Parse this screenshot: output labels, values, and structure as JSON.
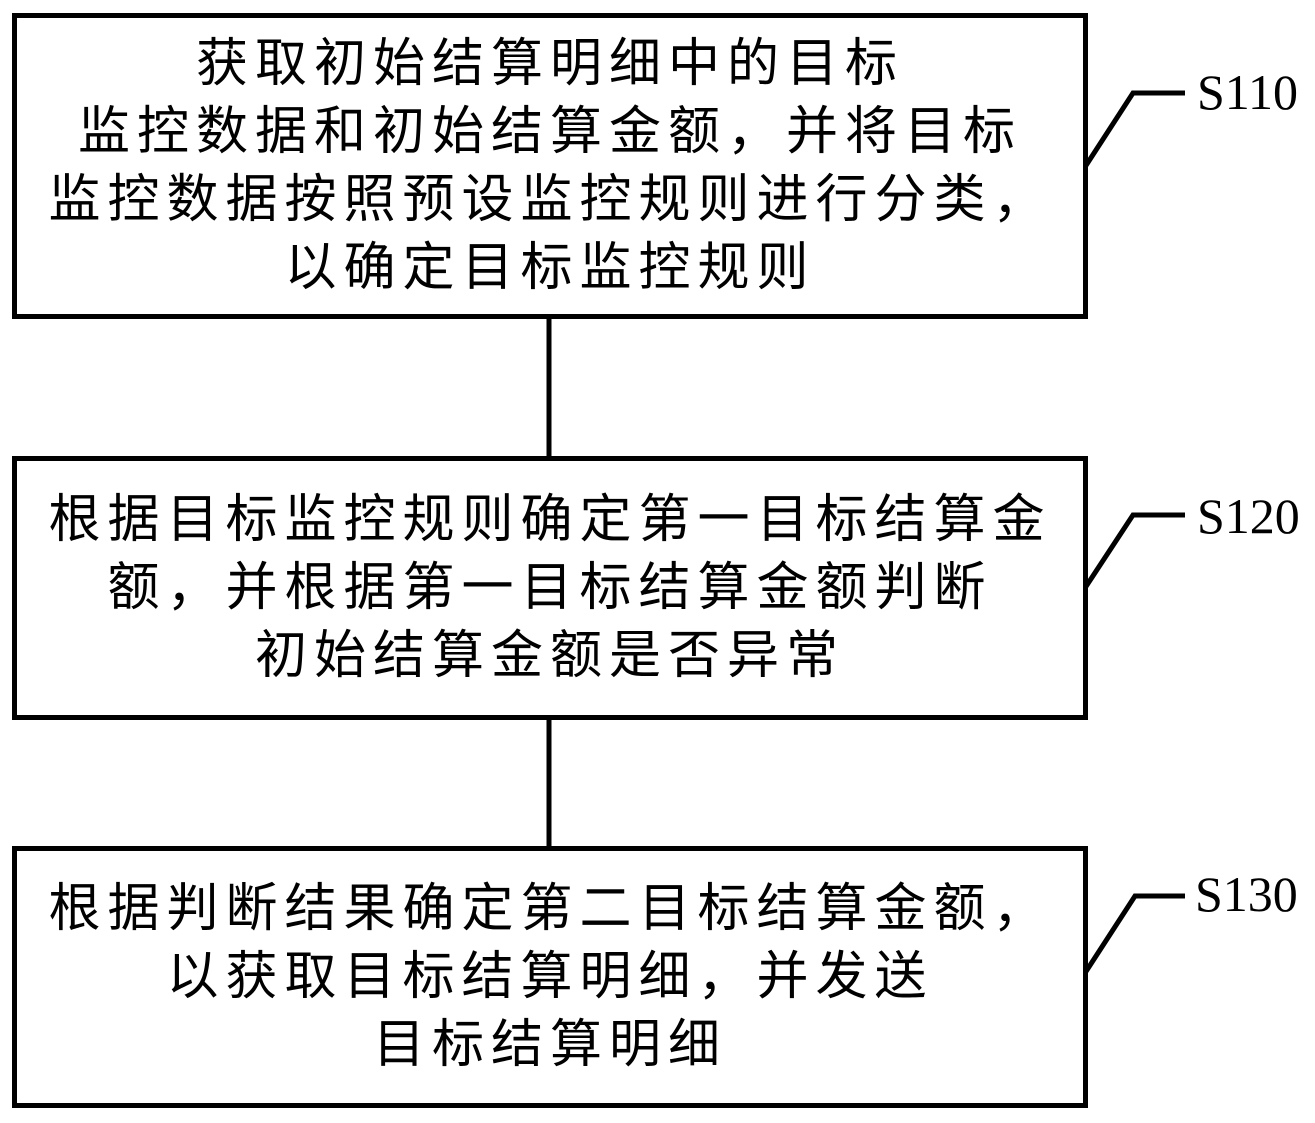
{
  "diagram": {
    "background_color": "#ffffff",
    "line_color": "#000000",
    "text_color": "#000000",
    "steps": [
      {
        "label": "S110",
        "lines": [
          "获取初始结算明细中的目标",
          "监控数据和初始结算金额，并将目标",
          "监控数据按照预设监控规则进行分类，",
          "以确定目标监控规则"
        ]
      },
      {
        "label": "S120",
        "lines": [
          "根据目标监控规则确定第一目标结算金",
          "额，并根据第一目标结算金额判断",
          "初始结算金额是否异常"
        ]
      },
      {
        "label": "S130",
        "lines": [
          "根据判断结果确定第二目标结算金额，",
          "以获取目标结算明细，并发送",
          "目标结算明细"
        ]
      }
    ]
  }
}
